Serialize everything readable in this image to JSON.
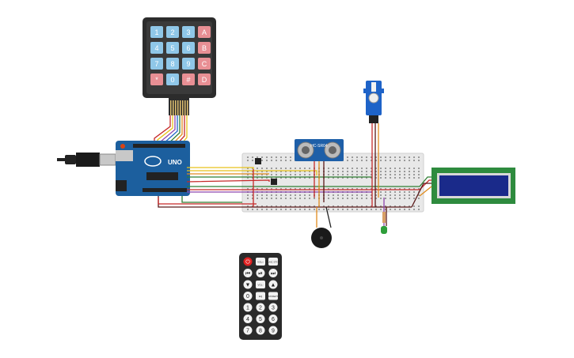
{
  "keypad": {
    "keys": [
      {
        "label": "1",
        "color": "#8fc7e8"
      },
      {
        "label": "2",
        "color": "#8fc7e8"
      },
      {
        "label": "3",
        "color": "#8fc7e8"
      },
      {
        "label": "A",
        "color": "#e88f94"
      },
      {
        "label": "4",
        "color": "#8fc7e8"
      },
      {
        "label": "5",
        "color": "#8fc7e8"
      },
      {
        "label": "6",
        "color": "#8fc7e8"
      },
      {
        "label": "B",
        "color": "#e88f94"
      },
      {
        "label": "7",
        "color": "#8fc7e8"
      },
      {
        "label": "8",
        "color": "#8fc7e8"
      },
      {
        "label": "9",
        "color": "#8fc7e8"
      },
      {
        "label": "C",
        "color": "#e88f94"
      },
      {
        "label": "*",
        "color": "#e88f94"
      },
      {
        "label": "0",
        "color": "#8fc7e8"
      },
      {
        "label": "#",
        "color": "#e88f94"
      },
      {
        "label": "D",
        "color": "#e88f94"
      }
    ]
  },
  "arduino": {
    "board_label": "UNO",
    "brand": "ARDUINO",
    "color": "#1c5f9e"
  },
  "ultrasonic": {
    "label": "HC-SR04"
  },
  "remote": {
    "keys": [
      {
        "label": "⏻",
        "kind": "power"
      },
      {
        "label": "VOL+",
        "kind": "small"
      },
      {
        "label": "FUNC STOP",
        "kind": "small"
      },
      {
        "label": "⏮",
        "kind": "icon"
      },
      {
        "label": "⏯",
        "kind": "icon"
      },
      {
        "label": "⏭",
        "kind": "icon"
      },
      {
        "label": "▼",
        "kind": "icon"
      },
      {
        "label": "VOL-",
        "kind": "small"
      },
      {
        "label": "▲",
        "kind": "icon"
      },
      {
        "label": "0",
        "kind": "num"
      },
      {
        "label": "EQ",
        "kind": "small"
      },
      {
        "label": "ST/REPT",
        "kind": "small"
      },
      {
        "label": "1",
        "kind": "num"
      },
      {
        "label": "2",
        "kind": "num"
      },
      {
        "label": "3",
        "kind": "num"
      },
      {
        "label": "4",
        "kind": "num"
      },
      {
        "label": "5",
        "kind": "num"
      },
      {
        "label": "6",
        "kind": "num"
      },
      {
        "label": "7",
        "kind": "num"
      },
      {
        "label": "8",
        "kind": "num"
      },
      {
        "label": "9",
        "kind": "num"
      }
    ]
  },
  "colors": {
    "wire_red": "#c62828",
    "wire_green": "#2e7d32",
    "wire_yellow": "#e6c21a",
    "wire_orange": "#e08a1c",
    "wire_blue": "#1e63c8",
    "wire_purple": "#8e44ad",
    "wire_dark": "#5a1a1a",
    "lcd_screen": "#1a2a8a",
    "breadboard": "#e8e8e8"
  }
}
